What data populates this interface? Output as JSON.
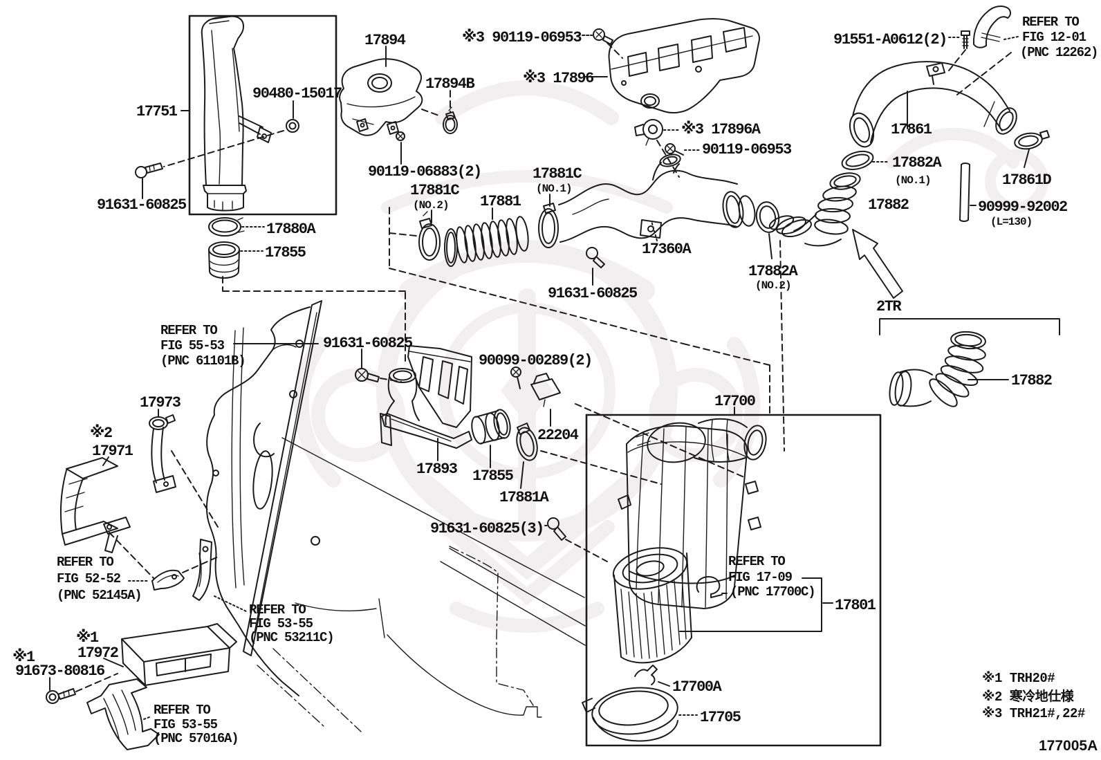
{
  "diagram": {
    "type": "parts-diagram",
    "figure_code": "177005A",
    "colors": {
      "background": "#ffffff",
      "line": "#1b1b1b",
      "watermark": "#f2eff0"
    },
    "footnotes": {
      "fn1": "※1 TRH20#",
      "fn2": "※2 寒冷地仕様",
      "fn3": "※3 TRH21#,22#"
    }
  },
  "labels": {
    "l17894": "17894",
    "l90480_15017": "90480-15017",
    "l17751": "17751",
    "l17894B": "17894B",
    "l90119_06953_n3": "※3 90119-06953",
    "l17896_n3": "※3 17896",
    "l91551_A0612": "91551-A0612(2)",
    "r1201_1": "REFER TO",
    "r1201_2": "FIG 12-01",
    "r1201_3": "(PNC 12262)",
    "l17861": "17861",
    "l17896A_n3": "※3 17896A",
    "l90119_06953": "90119-06953",
    "l17882A_1": "17882A",
    "l17882A_1s": "(NO.1)",
    "l17861D": "17861D",
    "l17881C_1": "17881C",
    "l17881C_1s": "(NO.1)",
    "l17881C_2": "17881C",
    "l17881C_2s": "(NO.2)",
    "l17881": "17881",
    "l17882_r": "17882",
    "l90999_92002": "90999-92002",
    "l90999_92002s": "(L=130)",
    "l17880A": "17880A",
    "l17855_t": "17855",
    "l90119_06883": "90119-06883(2)",
    "l17360A": "17360A",
    "l17882A_2": "17882A",
    "l17882A_2s": "(NO.2)",
    "l91631_mid": "91631-60825",
    "l2TR": "2TR",
    "l91631_left": "91631-60825",
    "r5553_1": "REFER TO",
    "r5553_2": "FIG 55-53",
    "r5553_3": "(PNC 61101B)",
    "l91631_c": "91631-60825",
    "l17973": "17973",
    "l17971_n2": "※2",
    "l17971": "17971",
    "l90099_00289": "90099-00289(2)",
    "l17700": "17700",
    "l22204": "22204",
    "l17893": "17893",
    "l17855_b": "17855",
    "l17881A": "17881A",
    "l91631_3": "91631-60825(3)",
    "l17882_2tr": "17882",
    "r5252_1": "REFER TO",
    "r5252_2": "FIG 52-52",
    "r5252_3": "(PNC 52145A)",
    "r5355a_1": "REFER TO",
    "r5355a_2": "FIG 53-55",
    "r5355a_3": "(PNC 53211C)",
    "l17972_n1": "※1",
    "l17972": "17972",
    "l91673_n1": "※1",
    "l91673_80816": "91673-80816",
    "r5355b_1": "REFER TO",
    "r5355b_2": "FIG 53-55",
    "r5355b_3": "(PNC 57016A)",
    "r1709_1": "REFER TO",
    "r1709_2": "FIG 17-09",
    "r1709_3": "(PNC 17700C)",
    "l17801": "17801",
    "l17700A": "17700A",
    "l17705": "17705",
    "fn1": "※1 TRH20#",
    "fn2": "※2 寒冷地仕様",
    "fn3": "※3 TRH21#,22#",
    "code": "177005A"
  }
}
